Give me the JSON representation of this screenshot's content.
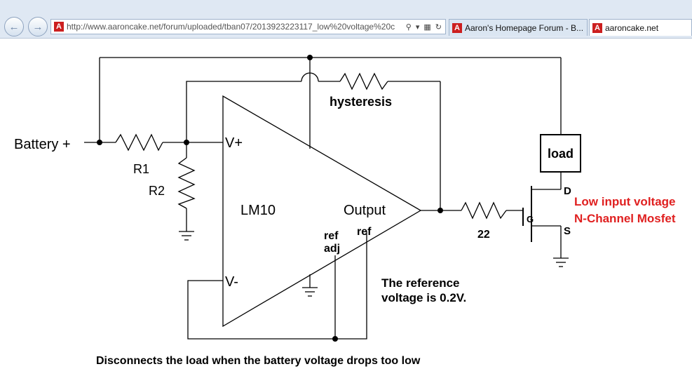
{
  "browser": {
    "back_icon": "arrow-left-icon",
    "forward_icon": "arrow-right-icon",
    "address_url": "http://www.aaroncake.net/forum/uploaded/tban07/2013923223117_low%20voltage%20c",
    "address_tools": [
      "search-icon",
      "dropdown-icon",
      "compat-icon",
      "refresh-icon"
    ],
    "site_icon_letter": "A",
    "tabs": [
      {
        "label": "Aaron's Homepage Forum - B...",
        "active": false
      },
      {
        "label": "aaroncake.net",
        "active": true
      }
    ]
  },
  "schematic": {
    "battery_label": "Battery +",
    "r1_label": "R1",
    "r2_label": "R2",
    "hysteresis_label": "hysteresis",
    "vplus_label": "V+",
    "vminus_label": "V-",
    "chip_label": "LM10",
    "output_label": "Output",
    "ref_adj_line1": "ref",
    "ref_adj_line2": "adj",
    "ref_label": "ref",
    "r22_label": "22",
    "load_label": "load",
    "gate_label": "G",
    "drain_label": "D",
    "source_label": "S",
    "mosfet_line1": "Low input voltage",
    "mosfet_line2": "N-Channel Mosfet",
    "reference_line1": "The reference",
    "reference_line2": "voltage is 0.2V.",
    "caption": "Disconnects the load when the battery voltage drops too low",
    "accent_color": "#e02020"
  }
}
